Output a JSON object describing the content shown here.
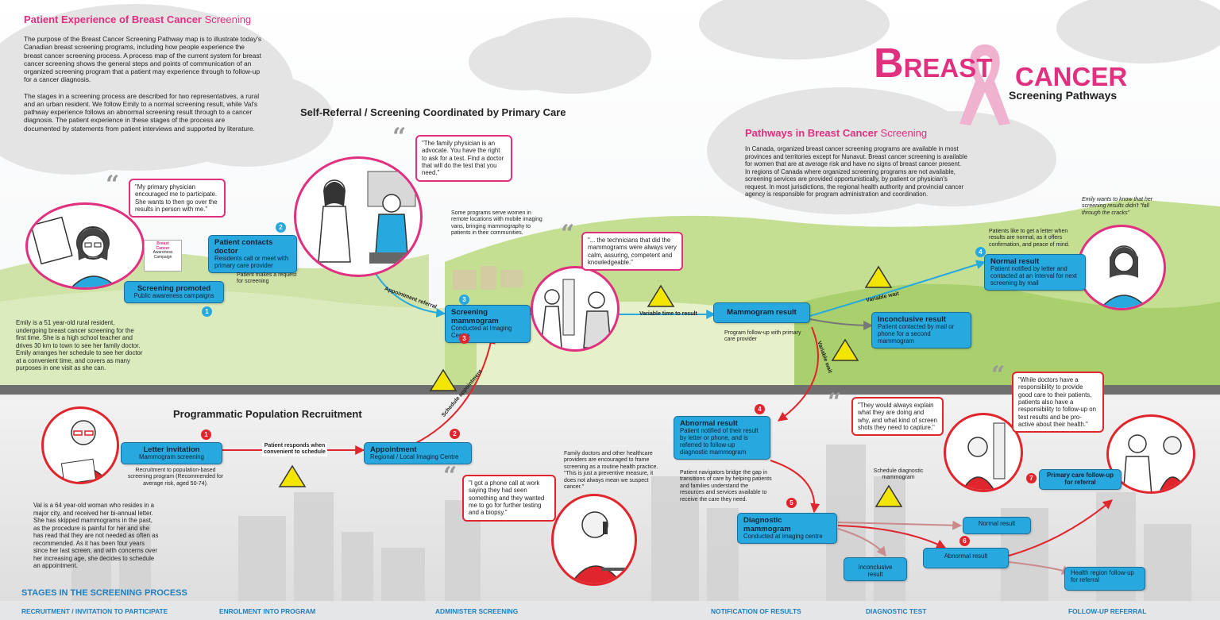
{
  "intro": {
    "title_main": "Patient Experience of Breast Cancer",
    "title_accent": "Screening",
    "paragraph1": "The purpose of the Breast Cancer Screening Pathway map is to illustrate today's Canadian breast screening programs, including how people experience the breast cancer screening process. A process map of the current system for breast cancer screening shows the general steps and points of communication of an organized screening program that a patient may experience through to follow-up for a cancer diagnosis.",
    "paragraph2": "The stages in a screening process are described for two representatives, a rural and an urban resident. We follow Emily to a normal screening result, while Val's pathway experience follows an abnormal screening result through to a cancer diagnosis. The patient experience in these stages of the process are documented by statements from patient interviews and supported by literature."
  },
  "logo": {
    "big_b": "B",
    "word1": "REAST",
    "word2": "CANCER",
    "subtitle": "Screening Pathways"
  },
  "pathways": {
    "title_main": "Pathways in Breast Cancer",
    "title_accent": "Screening",
    "body": "In Canada, organized breast cancer screening programs are available in most provinces and territories except for Nunavut. Breast cancer screening is available for women that are at average risk and have no signs of breast cancer present. In regions of Canada where organized screening programs are not available, screening services are provided opportunistically, by patient or physician's request. In most jurisdictions, the regional health authority and provincial cancer agency is responsible for program administration and coordination."
  },
  "self_referral_title": "Self-Referral / Screening Coordinated by Primary Care",
  "programmatic_title": "Programmatic Population Recruitment",
  "emily_text": "Emily is a 51 year-old rural resident, undergoing breast cancer screening for the first time.  She is a high school teacher and drives 30 km to town to see her family doctor. Emily arranges her schedule to see her doctor at a convenient time, and covers as many purposes in one visit as she can.",
  "val_text": "Val is a 64 year-old woman who resides in a major city, and received her bi-annual letter. She has skipped mammograms in the past, as the procedure is painful for her and she has read that they are not needed as often as recommended. As it has been four years since her last screen, and with concerns over her increasing age, she decides to schedule an appointment.",
  "poster": {
    "line1": "Breast",
    "line2": "Cancer",
    "line3": "Awareness",
    "line4": "Campaign"
  },
  "quotes": {
    "q1": "\"My primary physician encouraged me to participate. She wants to then go over the results in person with me.\"",
    "q2": "\"The family physician is an advocate. You have the right to ask for a test. Find a doctor that will do the test that you need.\"",
    "q3": "\"... the technicians that did the mammograms were always very calm, assuring, competent and knowledgeable.\"",
    "q4": "\"I got a phone call at work saying they had seen something and they wanted me to go for further testing and a biopsy.\"",
    "q5": "\"They would always explain what they are doing and why, and what kind of screen shots they need to capture.\"",
    "q6": "\"While doctors have a responsibility to provide good care to their patients, patients also have a responsibility to follow-up on test results and be pro-active about their health.\""
  },
  "boxes": {
    "screening_promoted": {
      "h": "Screening promoted",
      "s": "Public awareness campaigns"
    },
    "patient_contacts": {
      "h": "Patient contacts doctor",
      "s": "Residents call or meet with primary care provider"
    },
    "screening_mammogram": {
      "h": "Screening mammogram",
      "s": "Conducted at Imaging Centre"
    },
    "mammogram_result": {
      "h": "Mammogram result"
    },
    "inconclusive": {
      "h": "Inconclusive result",
      "s": "Patient contacted by mail or phone for a second mammogram"
    },
    "normal": {
      "h": "Normal result",
      "s": "Patient notified by letter and contacted at an interval for next screening by mail"
    },
    "letter": {
      "h": "Letter invitation",
      "s": "Mammogram screening"
    },
    "appointment": {
      "h": "Appointment",
      "s": "Regional / Local Imaging Centre"
    },
    "abnormal": {
      "h": "Abnormal  result",
      "s": "Patient notified of their result by letter or phone, and is referred to follow-up diagnostic mammogram"
    },
    "diagnostic": {
      "h": "Diagnostic mammogram",
      "s": "Conducted at imaging centre"
    },
    "primary_followup": {
      "h": "Primary care follow-up for referral"
    },
    "normal_small": {
      "h": "Normal result"
    },
    "abnormal_small": {
      "h": "Abnormal result"
    },
    "inconclusive_small": {
      "h": "Inconclusive result"
    },
    "health_region": {
      "h": "Health region follow-up for referral"
    }
  },
  "notes": {
    "patient_request": "Patient makes a request for screening",
    "mobile": "Some programs serve women in remote locations with mobile imaging vans, bringing mammography to patients in their communities.",
    "appointment_referral": "Appointment referral",
    "variable_time": "Variable time to result",
    "variable_wait": "Variable wait",
    "variable_wait2": "Variable wait",
    "program_followup": "Program follow-up with primary care provider",
    "emily_wants": "Emily wants to know that her screening results didn't \"fall through the cracks\"",
    "patients_like": "Patients like to get a letter when results are normal, as it offers confirmation, and peace of mind.",
    "recruitment": "Recruitment to population-based screening program (Recommended for average risk, aged 50-74).",
    "responds": "Patient responds when convenient to schedule",
    "schedule_appt": "Schedule appointment",
    "family_doctors": "Family doctors and other healthcare providers are encouraged to frame screening as a routine health practice. \"This is just a preventive measure, it does not always mean we suspect cancer.\"",
    "navigators": "Patient navigators bridge the gap in transitions of care by helping patients and families understand the resources and services available to receive the care they need.",
    "schedule_diag": "Schedule diagnostic mammogram"
  },
  "numbers": {
    "n1": "1",
    "n2": "2",
    "n3": "3",
    "n4": "4",
    "r1": "1",
    "r2": "2",
    "r3": "3",
    "r4": "4",
    "r5": "5",
    "r6": "6",
    "r7": "7"
  },
  "stages": {
    "title": "STAGES IN THE SCREENING PROCESS",
    "s1": "RECRUITMENT / INVITATION TO PARTICIPATE",
    "s2": "ENROLMENT INTO PROGRAM",
    "s3": "ADMINISTER SCREENING",
    "s4": "NOTIFICATION OF RESULTS",
    "s5": "DIAGNOSTIC TEST",
    "s6": "FOLLOW-UP REFERRAL"
  },
  "colors": {
    "pink": "#e0307f",
    "blue": "#27a9df",
    "red": "#e0262c",
    "warning": "#f2e600"
  }
}
